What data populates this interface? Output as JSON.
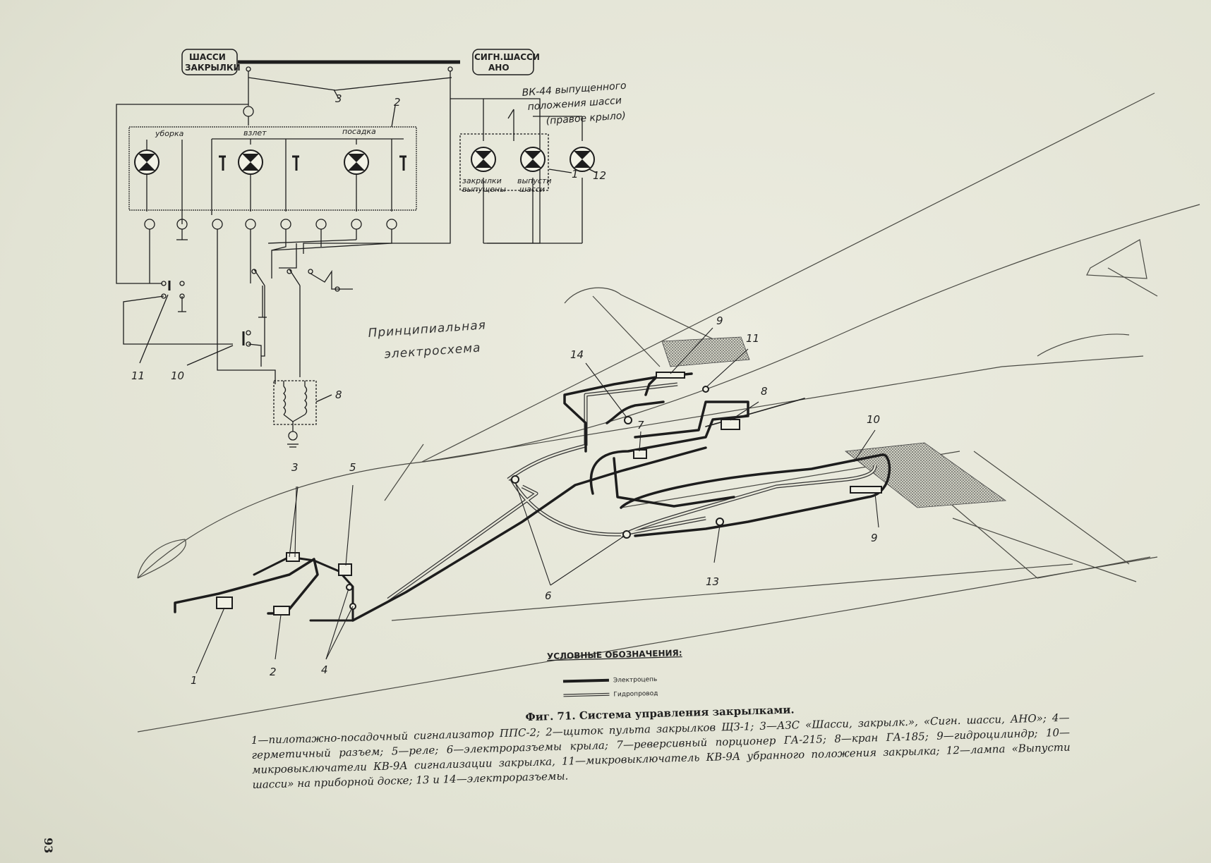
{
  "schematic": {
    "title_line1": "Принципиальная",
    "title_line2": "электросхема",
    "tag_left_line1": "ШАССИ",
    "tag_left_line2": "ЗАКРЫЛКИ",
    "tag_right_line1": "СИГН.ШАССИ",
    "tag_right_line2": "АНО",
    "sw_note_line1": "ВК-44 выпущенного",
    "sw_note_line2": "положения шасси",
    "sw_note_line3": "(правое крыло)",
    "panel_labels": {
      "retract": "уборка",
      "takeoff": "взлет",
      "landing": "посадка"
    },
    "lamp_labels": {
      "flaps_line1": "закрылки",
      "flaps_line2": "выпущены",
      "gear_line1": "выпусти",
      "gear_line2": "шасси"
    },
    "callouts": {
      "n1": "1",
      "n2": "2",
      "n3": "3",
      "n8": "8",
      "n10": "10",
      "n11": "11",
      "n12": "12"
    }
  },
  "aircraft": {
    "callouts": {
      "n1": "1",
      "n2": "2",
      "n3": "3",
      "n4": "4",
      "n5": "5",
      "n6": "6",
      "n7": "7",
      "n8": "8",
      "n9a": "9",
      "n9b": "9",
      "n10": "10",
      "n11": "11",
      "n13": "13",
      "n14": "14"
    }
  },
  "legend": {
    "title": "УСЛОВНЫЕ ОБОЗНАЧЕНИЯ:",
    "electrical": "Электроцепь",
    "hydraulic": "Гидропровод"
  },
  "caption": {
    "title": "Фиг. 71. Система управления закрылками.",
    "body": "1—пилотажно-посадочный сигнализатор ППС-2; 2—щиток пульта закрылков ЩЗ-1; 3—АЗС «Шасси, закрылк.», «Сигн. шасси, АНО»; 4—герметичный разъем; 5—реле; 6—электроразъемы крыла; 7—реверсивный порционер ГА-215; 8—кран ГА-185; 9—гидроцилиндр; 10—микровыключатели КВ-9А сигнализации закрылка, 11—микровыключатель КВ-9А убранного положения закрылка; 12—лампа «Выпусти шасси» на приборной доске; 13 и 14—электроразъемы."
  },
  "page_number": "93",
  "colors": {
    "paper": "#e6e6d8",
    "ink": "#1d1d1d"
  }
}
